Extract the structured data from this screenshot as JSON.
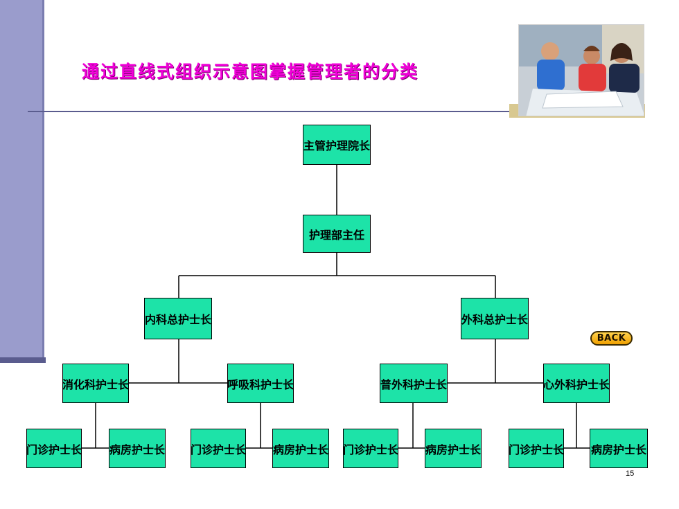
{
  "slide": {
    "title": "通过直线式组织示意图掌握管理者的分类",
    "page_number": "15",
    "back_button_label": "BACK"
  },
  "colors": {
    "node_fill": "#1de3a8",
    "title": "#f000d8",
    "sidebar": "#9a9ccc"
  },
  "org_chart": {
    "root": "主管护理院长",
    "director": "护理部主任",
    "general_heads": [
      "内科总护士长",
      "外科总护士长"
    ],
    "ward_heads": [
      "消化科护士长",
      "呼吸科护士长",
      "普外科护士长",
      "心外科护士长"
    ],
    "unit_heads": [
      "门诊护士长",
      "病房护士长",
      "门诊护士长",
      "病房护士长",
      "门诊护士长",
      "病房护士长",
      "门诊护士长",
      "病房护士长"
    ]
  }
}
